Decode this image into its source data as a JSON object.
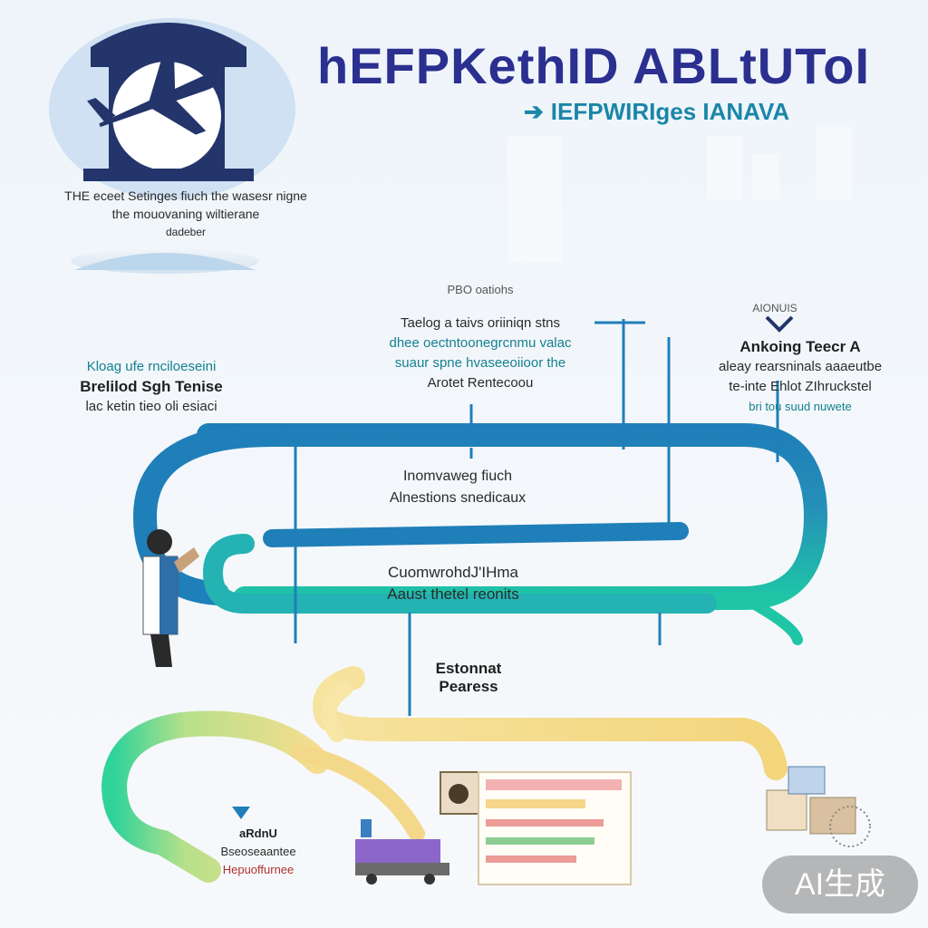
{
  "colors": {
    "title": "#2b2f8f",
    "subtitle": "#1a86a8",
    "loop_blue": "#1f7fb8",
    "loop_teal": "#1fc6a6",
    "loop_yellow": "#f4d889",
    "logo_navy": "#23356b"
  },
  "icons": [
    "airplane-icon",
    "arrow-right-icon",
    "chevron-down-icon",
    "person-icon",
    "truck-icon",
    "document-icon"
  ],
  "header": {
    "title": "hEFPKethID ABLtUToI",
    "subtitle": "IEFPWIRIges IANAVA"
  },
  "logo_caption": {
    "line1": "THE eceet Setinges fiuch the wasesr nigne",
    "line2": "the mouovaning wiltierane",
    "line3": "dadeber"
  },
  "blocks": {
    "top_center": {
      "header": "PBO oatiohs",
      "line1": "Taelog a taivs oriiniqn stns",
      "line2": "dhee oectntoonegrcnmu valac",
      "line3": "suaur spne hvaseeoiioor the",
      "line4": "Arotet Rentecoou"
    },
    "left": {
      "line1": "Kloag ufe rnciloeseini",
      "line2": "Brelilod Sgh Tenise",
      "line3": "lac ketin tieo oli esiaci"
    },
    "right": {
      "header": "AIONUIS",
      "line1": "Ankoing Teecr A",
      "line2": "aleay rearsninals aaaeutbe",
      "line3": "te-inte Ehlot ZIhruckstel",
      "line4": "bri tou suud nuwete"
    },
    "loop_upper": {
      "line1": "Inomvaweg fiuch",
      "line2": "Alnestions snedicaux"
    },
    "loop_lower": {
      "line1": "CuomwrohdJ'IHma",
      "line2": "Aaust thetel reonits"
    },
    "bottom_center": {
      "line1": "Estonnat",
      "line2": "Pearess"
    },
    "bottom_left": {
      "line1": "aRdnU",
      "line2": "Bseoseaantee",
      "line3": "Hepuoffurnee"
    }
  },
  "badge": "AI生成"
}
